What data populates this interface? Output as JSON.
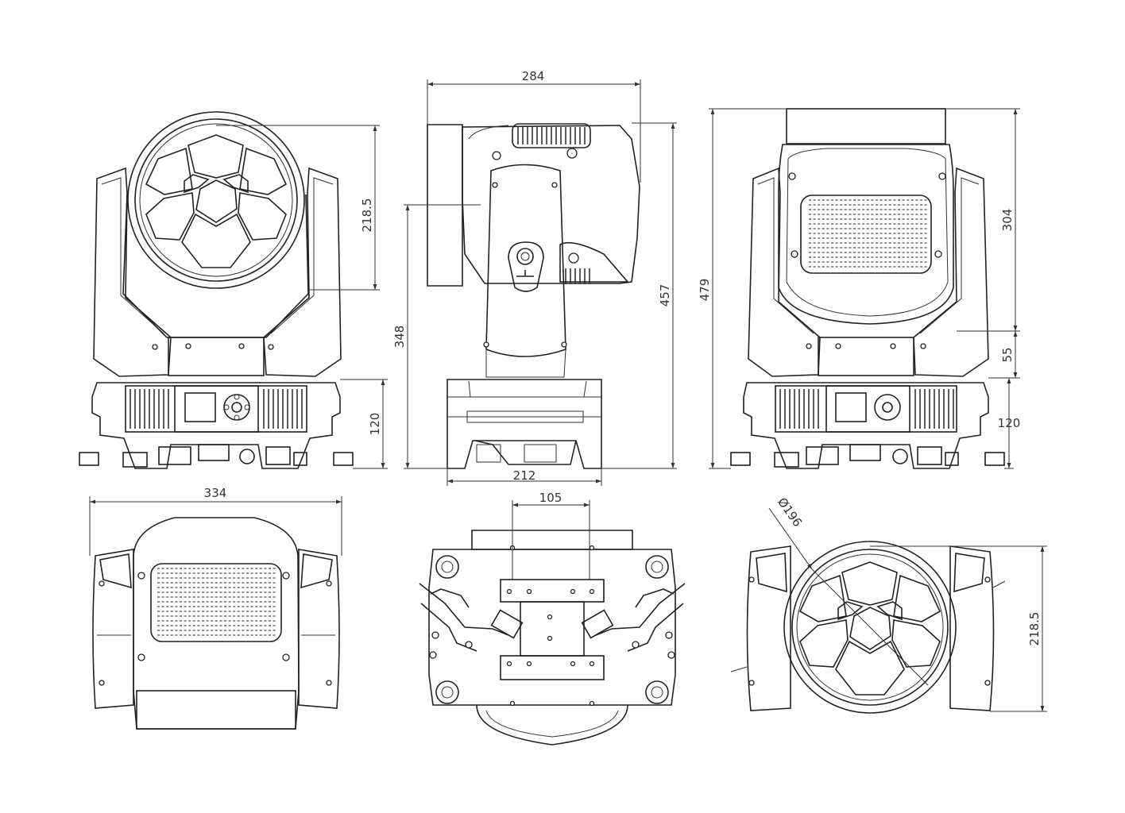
{
  "dimensions": {
    "front_top_width": "284",
    "front_head_height": "218.5",
    "side_arm_height": "348",
    "side_total_height": "457",
    "side_base_width": "212",
    "back_total_height": "479",
    "back_head_height": "304",
    "back_yoke_height": "55",
    "front_base_height": "120",
    "back_base_height": "120",
    "top_width": "334",
    "bottom_width": "105",
    "lens_diameter": "Ø196",
    "lens_view_height": "218.5"
  },
  "colors": {
    "line": "#222222",
    "background": "#ffffff"
  }
}
